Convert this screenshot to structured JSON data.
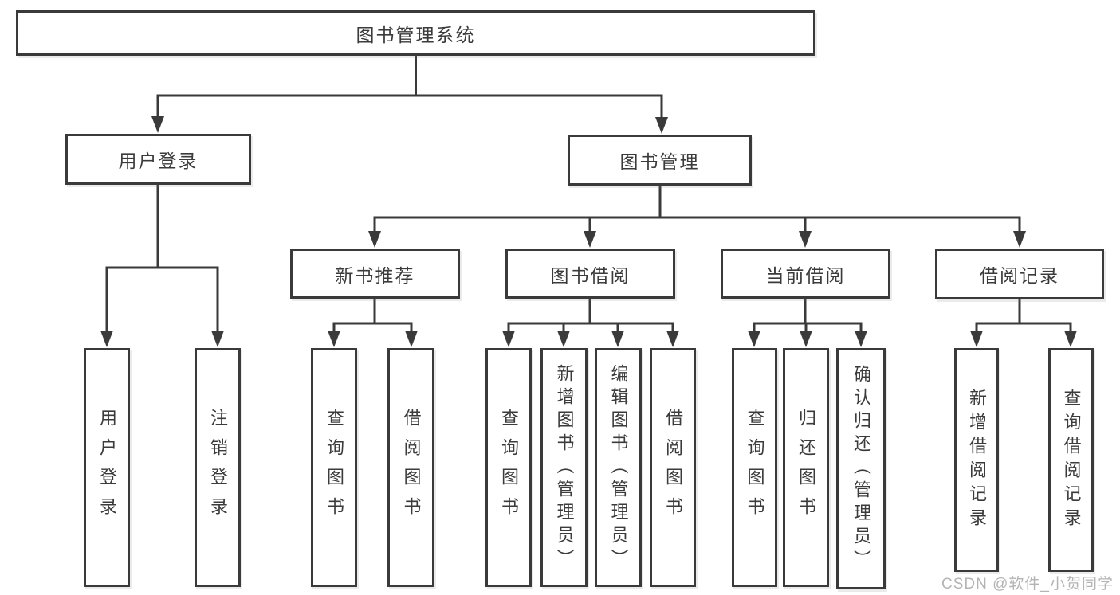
{
  "tree": {
    "root": {
      "label": "图书管理系统"
    },
    "branches": [
      {
        "label": "用户登录",
        "children": [
          {
            "label": "用户登录"
          },
          {
            "label": "注销登录"
          }
        ]
      },
      {
        "label": "图书管理",
        "children": [
          {
            "label": "新书推荐",
            "children": [
              {
                "label": "查询图书"
              },
              {
                "label": "借阅图书"
              }
            ]
          },
          {
            "label": "图书借阅",
            "children": [
              {
                "label": "查询图书"
              },
              {
                "label": "新增图书（管理员）"
              },
              {
                "label": "编辑图书（管理员）"
              },
              {
                "label": "借阅图书"
              }
            ]
          },
          {
            "label": "当前借阅",
            "children": [
              {
                "label": "查询图书"
              },
              {
                "label": "归还图书"
              },
              {
                "label": "确认归还（管理员）"
              }
            ]
          },
          {
            "label": "借阅记录",
            "children": [
              {
                "label": "新增借阅记录"
              },
              {
                "label": "查询借阅记录"
              }
            ]
          }
        ]
      }
    ]
  },
  "watermark": {
    "text": "CSDN @软件_小贺同学"
  },
  "colors": {
    "line_color": "#3a3a3a",
    "text_color": "#3b3b3b",
    "node_bg": "#ffffff",
    "page_bg": "#ffffff",
    "watermark_color": "#b4b4b4"
  }
}
